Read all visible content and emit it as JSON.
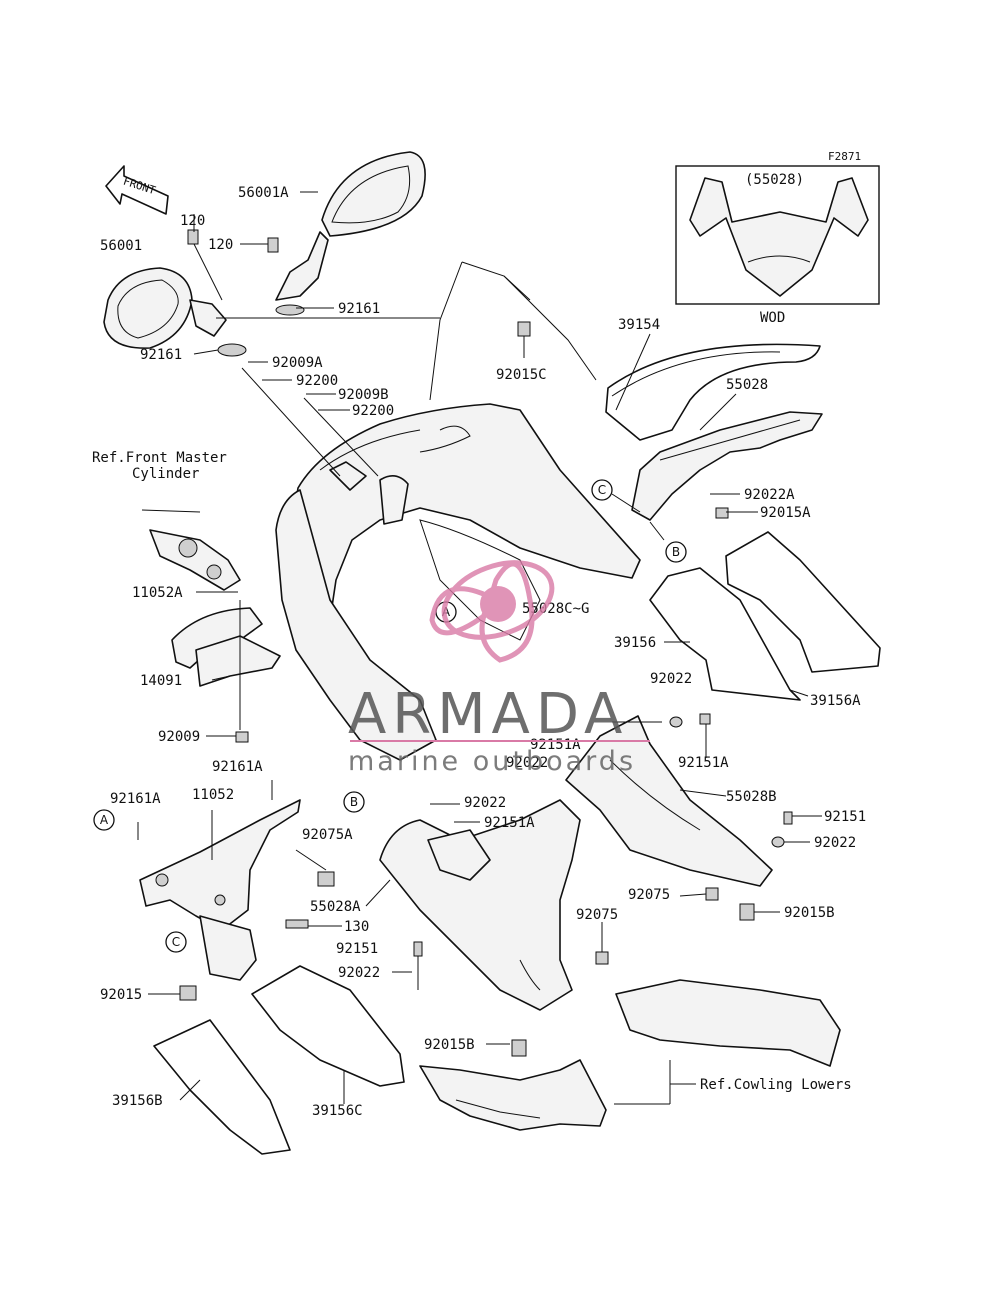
{
  "figure_code": "F2871",
  "front_arrow_label": "FRONT",
  "inset": {
    "part_ref": "(55028)",
    "caption": "WOD"
  },
  "reference_notes": {
    "front_master_cylinder_line1": "Ref.Front Master",
    "front_master_cylinder_line2": "Cylinder",
    "cowling_lowers": "Ref.Cowling Lowers"
  },
  "watermark": {
    "title": "ARMADA",
    "subtitle": "marine outboards",
    "brand_color": "#d97aa6"
  },
  "callout_letters": [
    "A",
    "B",
    "C"
  ],
  "part_labels": {
    "p56001A": "56001A",
    "p56001": "56001",
    "p120_top": "120",
    "p120_mid": "120",
    "p92161_a": "92161",
    "p92161_b": "92161",
    "p92009A": "92009A",
    "p92200_a": "92200",
    "p92009B": "92009B",
    "p92200_b": "92200",
    "p92015C": "92015C",
    "p39154": "39154",
    "p55028": "55028",
    "p92022A": "92022A",
    "p92015A": "92015A",
    "p55028CG": "55028C~G",
    "p11052A": "11052A",
    "p14091": "14091",
    "p92009": "92009",
    "p39156": "39156",
    "p92022_r": "92022",
    "p39156A": "39156A",
    "p92151A_l": "92151A",
    "p92151A_r": "92151A",
    "p92022_mid": "92022",
    "p92161A_top": "92161A",
    "p92161A_left": "92161A",
    "p11052": "11052",
    "p92022_c": "92022",
    "p92151A_c": "92151A",
    "p55028B": "55028B",
    "p92151_r": "92151",
    "p92022_rr": "92022",
    "p92075A": "92075A",
    "p92075_r": "92075",
    "p92015B_r": "92015B",
    "p55028A": "55028A",
    "p130": "130",
    "p92151_c": "92151",
    "p92075_c": "92075",
    "p92022_low": "92022",
    "p92015": "92015",
    "p92015B_low": "92015B",
    "p39156B": "39156B",
    "p39156C": "39156C"
  }
}
